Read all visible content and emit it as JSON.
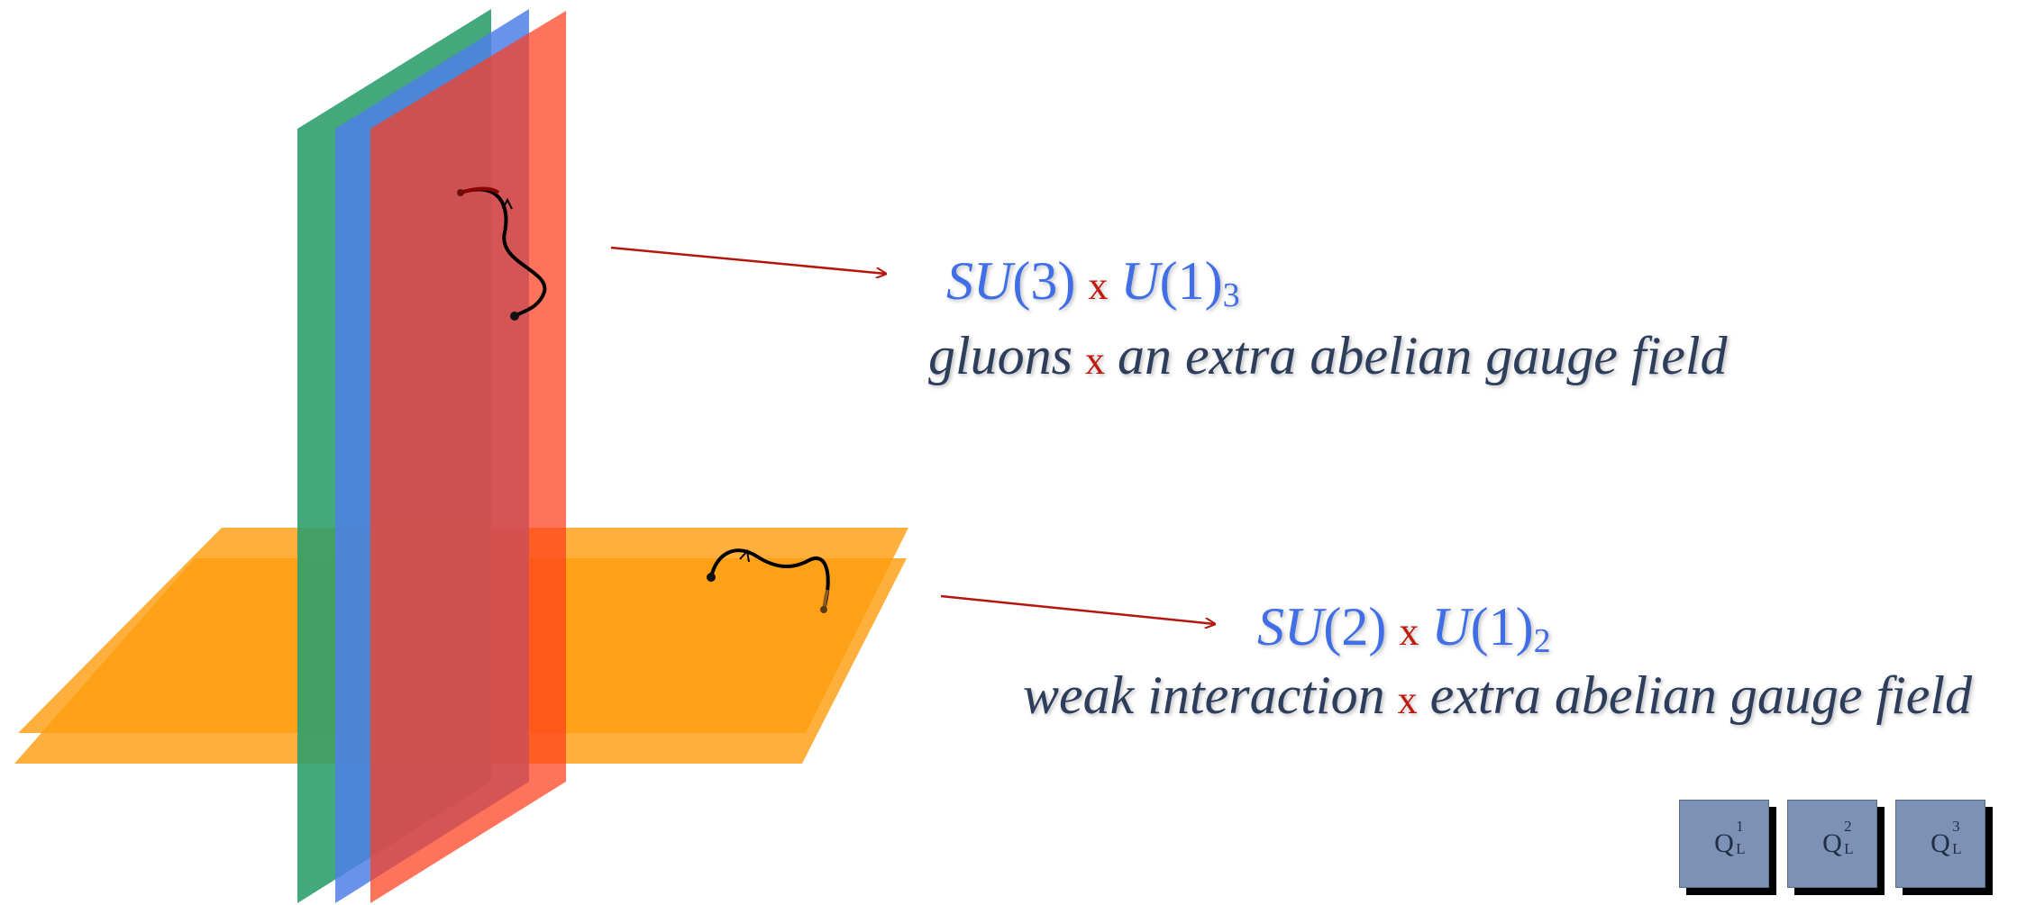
{
  "diagram": {
    "colors": {
      "green_brane": "#2f9e6d",
      "blue_brane": "#4f7fe8",
      "red_brane": "#ff5a3c",
      "orange_brane": "#ff9d10",
      "string": "#000000",
      "arrow": "#b5170d",
      "group_text": "#3f6ee6",
      "times_sign": "#c0190d",
      "desc_text": "#2d3d5c",
      "tab_fill": "#7d91b5"
    },
    "strong_label": {
      "su_name": "SU",
      "su_n": "(3)",
      "times": "x",
      "u_name": "U",
      "u_n": "(1)",
      "u_index": "3",
      "desc_left": "gluons",
      "desc_times": "x",
      "desc_right": "an extra abelian gauge field"
    },
    "weak_label": {
      "su_name": "SU",
      "su_n": "(2)",
      "times": "x",
      "u_name": "U",
      "u_n": "(1)",
      "u_index": "2",
      "desc_left": "weak interaction",
      "desc_times": "x",
      "desc_right": "extra abelian gauge field"
    },
    "tabs": [
      {
        "base": "Q",
        "sup": "1",
        "sub": "L"
      },
      {
        "base": "Q",
        "sup": "2",
        "sub": "L"
      },
      {
        "base": "Q",
        "sup": "3",
        "sub": "L"
      }
    ]
  }
}
